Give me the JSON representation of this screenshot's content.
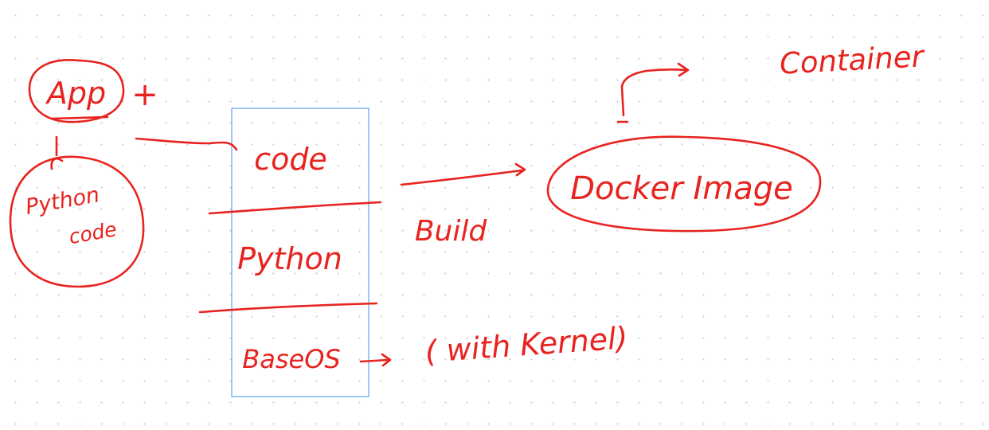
{
  "colors": {
    "ink": "#e8231f",
    "selection": "#6ea8f0",
    "dots": "#cfcfcf",
    "background": "#ffffff"
  },
  "labels": {
    "app": "App",
    "plus": "+",
    "python_code_line1": "Python",
    "python_code_line2": "code",
    "layer_code": "code",
    "layer_python": "Python",
    "layer_base_os": "BaseOS",
    "with_kernel": "( with Kernel)",
    "build": "Build",
    "docker_image": "Docker Image",
    "container": "Container"
  },
  "icons": {
    "arrow_right": "arrow-right-icon",
    "arrow_down": "arrow-down-icon"
  }
}
